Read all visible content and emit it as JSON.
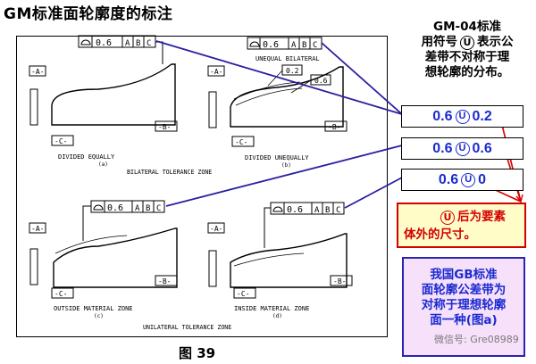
{
  "title": "GM标准面轮廓度的标注",
  "figure_label": "图 39",
  "drawing": {
    "cap_a": "DIVIDED EQUALLY",
    "cap_a_sub": "(a)",
    "cap_b": "DIVIDED UNEQUALLY",
    "cap_b_sub": "(b)",
    "zone_top": "BILATERAL TOLERANCE ZONE",
    "cap_c": "OUTSIDE MATERIAL ZONE",
    "cap_c_sub": "(c)",
    "cap_d": "INSIDE MATERIAL ZONE",
    "cap_d_sub": "(d)",
    "zone_bottom": "UNILATERAL TOLERANCE ZONE",
    "unequal": "UNEQUAL BILATERAL",
    "fcf_value": "0.6",
    "datum_a": "A",
    "datum_b": "B",
    "datum_c": "C",
    "datum_tag_a": "-A-",
    "datum_tag_b": "-B-",
    "datum_tag_c": "-C-",
    "dim_02": "0.2",
    "dim_06": "0.6"
  },
  "notes": {
    "gm04_line1": "GM-04标准",
    "gm04_line2a": "用符号",
    "gm04_line2b": "表示公",
    "gm04_line3": "差带不对称于理",
    "gm04_line4": "想轮廓的分布。",
    "u_symbol": "U"
  },
  "examples": [
    {
      "left": "0.6",
      "right": "0.2"
    },
    {
      "left": "0.6",
      "right": "0.6"
    },
    {
      "left": "0.6",
      "right": "0"
    }
  ],
  "red_note": {
    "part1": "后为要素",
    "line2": "体外的尺寸。"
  },
  "gb_note": {
    "line1": "我国GB标准",
    "line2": "面轮廓公差带为",
    "line3": "对称于理想轮廓",
    "line4": "面一种(图a)"
  },
  "watermark": "微信号: Gre08989",
  "colors": {
    "blue": "#1a2ad0",
    "red": "#d40000",
    "callout_line": "#2a1fa0"
  }
}
